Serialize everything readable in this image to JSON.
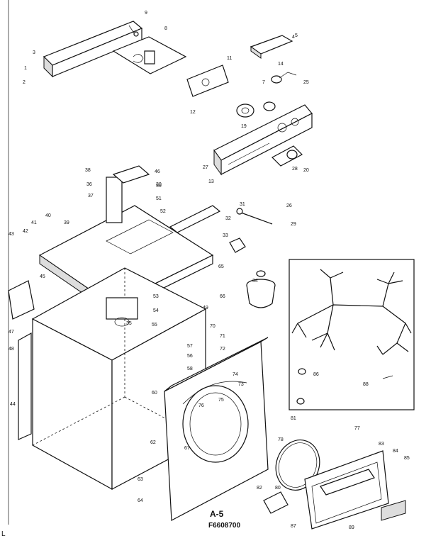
{
  "diagram": {
    "caption_page": "A-5",
    "caption_code": "F6608700",
    "edge_mark": "L",
    "callouts": [
      "1",
      "2",
      "3",
      "4",
      "5",
      "7",
      "8",
      "9",
      "11",
      "12",
      "13",
      "14",
      "19",
      "20",
      "25",
      "26",
      "27",
      "28",
      "29",
      "30",
      "31",
      "32",
      "33",
      "34",
      "35",
      "36",
      "37",
      "38",
      "39",
      "40",
      "41",
      "42",
      "43",
      "44",
      "45",
      "46",
      "47",
      "48",
      "49",
      "50",
      "51",
      "52",
      "53",
      "54",
      "55",
      "56",
      "57",
      "58",
      "60",
      "62",
      "63",
      "64",
      "65",
      "66",
      "67",
      "70",
      "71",
      "72",
      "73",
      "74",
      "75",
      "76",
      "77",
      "78",
      "80",
      "81",
      "82",
      "83",
      "84",
      "85",
      "86",
      "87",
      "88",
      "89"
    ]
  }
}
